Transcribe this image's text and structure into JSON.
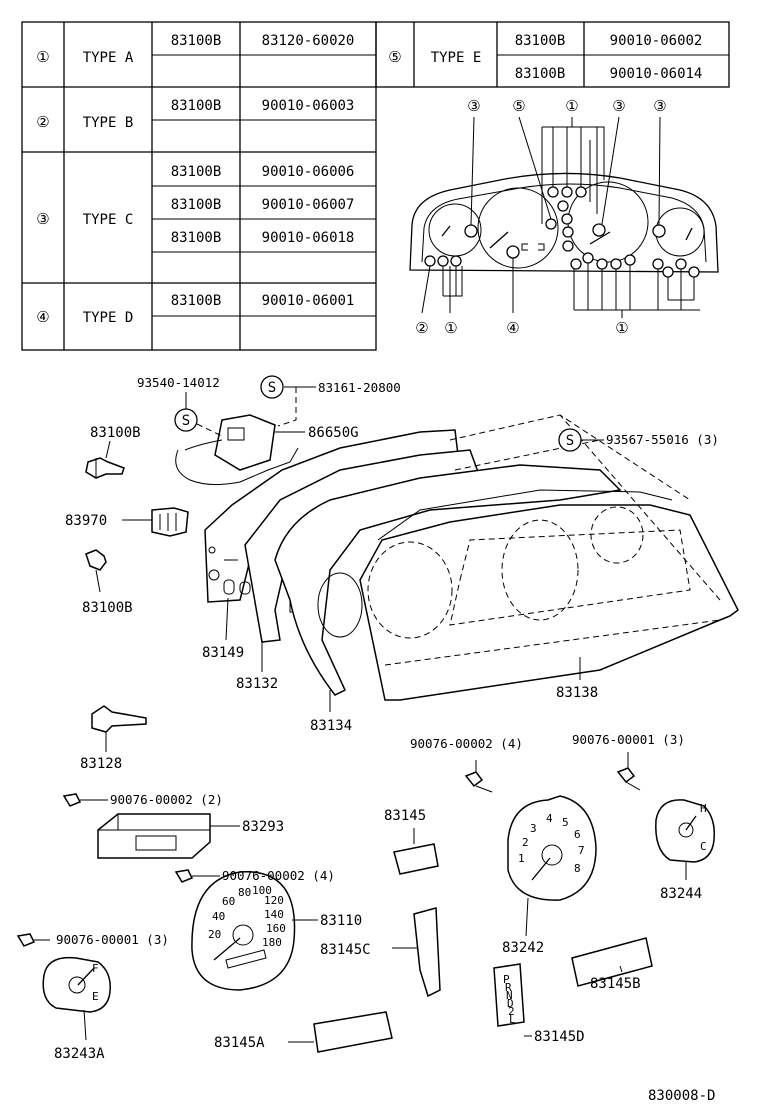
{
  "table": {
    "rows": [
      {
        "num": "①",
        "type": "TYPE  A",
        "lines": [
          [
            "83100B",
            "83120-60020"
          ],
          [
            "",
            ""
          ]
        ]
      },
      {
        "num": "②",
        "type": "TYPE  B",
        "lines": [
          [
            "83100B",
            "90010-06003"
          ],
          [
            "",
            ""
          ]
        ]
      },
      {
        "num": "③",
        "type": "TYPE  C",
        "lines": [
          [
            "83100B",
            "90010-06006"
          ],
          [
            "83100B",
            "90010-06007"
          ],
          [
            "83100B",
            "90010-06018"
          ],
          [
            "",
            ""
          ]
        ]
      },
      {
        "num": "④",
        "type": "TYPE  D",
        "lines": [
          [
            "83100B",
            "90010-06001"
          ],
          [
            "",
            ""
          ]
        ]
      },
      {
        "num": "⑤",
        "type": "TYPE  E",
        "lines": [
          [
            "83100B",
            "90010-06002"
          ],
          [
            "83100B",
            "90010-06014"
          ]
        ]
      }
    ]
  },
  "bulb_map": {
    "top_markers": [
      "③",
      "⑤",
      "①",
      "③",
      "③"
    ],
    "bottom_markers": [
      "②",
      "①",
      "④",
      "①"
    ]
  },
  "callouts": {
    "p93540": "93540-14012",
    "s1": "S",
    "p83161": "83161-20800",
    "p86650G": "86650G",
    "s2": "S",
    "s3": "S",
    "p93567": "93567-55016 (3)",
    "p83100B_a": "83100B",
    "p83970": "83970",
    "p83100B_b": "83100B",
    "p83149": "83149",
    "p83132": "83132",
    "p83134": "83134",
    "p83138": "83138",
    "p83128": "83128",
    "p90076_2": "90076-00002 (2)",
    "p83293": "83293",
    "p90076_4a": "90076-00002 (4)",
    "p90076_1_3a": "90076-00001 (3)",
    "p83145": "83145",
    "p90076_4b": "90076-00002 (4)",
    "p83110": "83110",
    "p90076_1_3b": "90076-00001 (3)",
    "p83145C": "83145C",
    "p83242": "83242",
    "p83244": "83244",
    "p83145B": "83145B",
    "p83243A": "83243A",
    "p83145A": "83145A",
    "p83145D": "83145D"
  },
  "gauge_labels": {
    "speedo": [
      "20",
      "40",
      "60",
      "80",
      "100",
      "120",
      "140",
      "160",
      "180"
    ],
    "tacho": [
      "1",
      "2",
      "3",
      "4",
      "5",
      "6",
      "7",
      "8"
    ],
    "temp": [
      "H",
      "C"
    ],
    "fuel": [
      "F",
      "E"
    ],
    "prndl": [
      "P",
      "R",
      "N",
      "D",
      "2",
      "L"
    ]
  },
  "footer": {
    "code": "830008-D"
  }
}
